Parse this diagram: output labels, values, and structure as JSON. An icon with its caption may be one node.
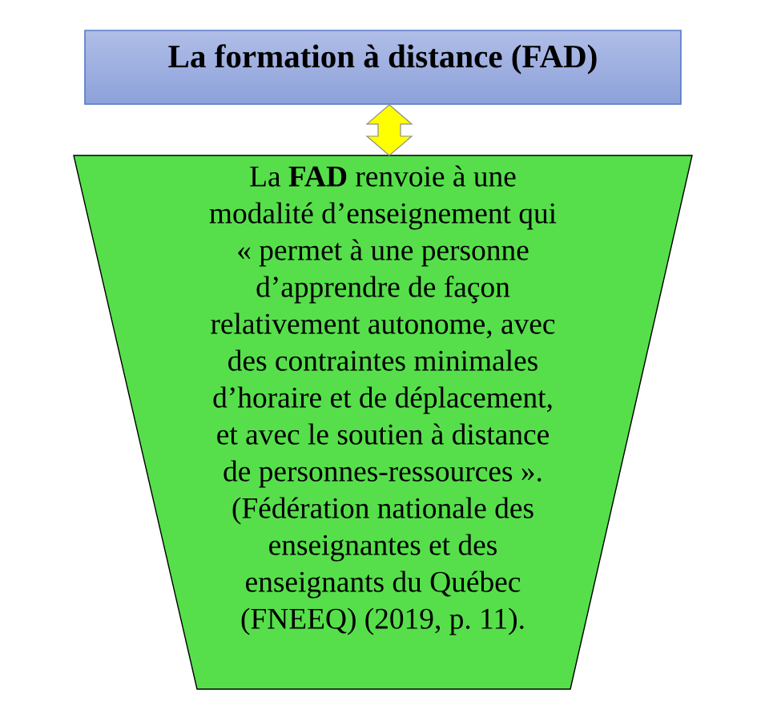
{
  "diagram": {
    "nodes": [
      {
        "text": [
          "La formation à distance (FAD)"
        ]
      },
      {
        "text": [
          "La **FAD** renvoie à une modalité d’enseignement qui « permet à une personne d’apprendre de façon relativement autonome, avec des contraintes minimales d’horaire et de déplacement, et avec le soutien à distance de personnes-ressources ». (Fédération nationale des enseignantes et des enseignants du Québec (FNEEQ) (2019, p. 11)."
        ]
      }
    ],
    "edges": [
      {
        "from": 0,
        "to": 1,
        "arrow": "both"
      }
    ]
  }
}
